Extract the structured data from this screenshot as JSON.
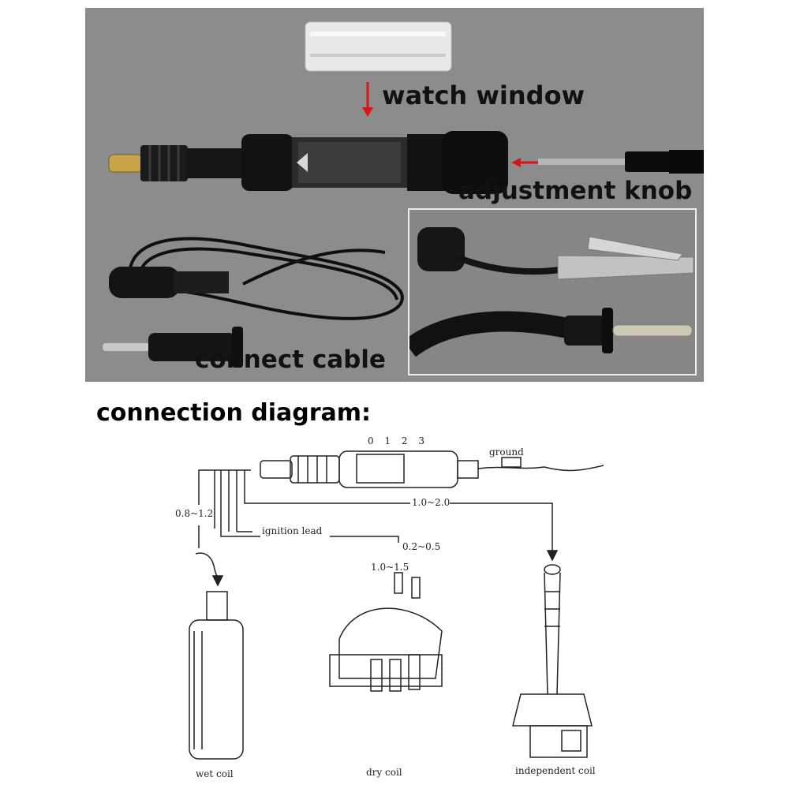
{
  "photo_labels": {
    "watch_window": "watch window",
    "adjustment_knob": "adjustment knob",
    "connect_cable": "connect cable"
  },
  "diagram": {
    "title": "connection diagram:",
    "scale": "0 1 2 3",
    "ground": "ground",
    "gap_wet": "0.8~1.2",
    "gap_independent": "1.0~2.0",
    "ignition_lead": "ignition lead",
    "gap_dry_a": "0.2~0.5",
    "gap_dry_b": "1.0~1.5",
    "wet_coil": "wet coil",
    "dry_coil": "dry coil",
    "independent_coil": "independent coil"
  },
  "colors": {
    "photo_background": "#8c8c8c",
    "arrow": "#d9141b",
    "tool_body": "#151515"
  }
}
